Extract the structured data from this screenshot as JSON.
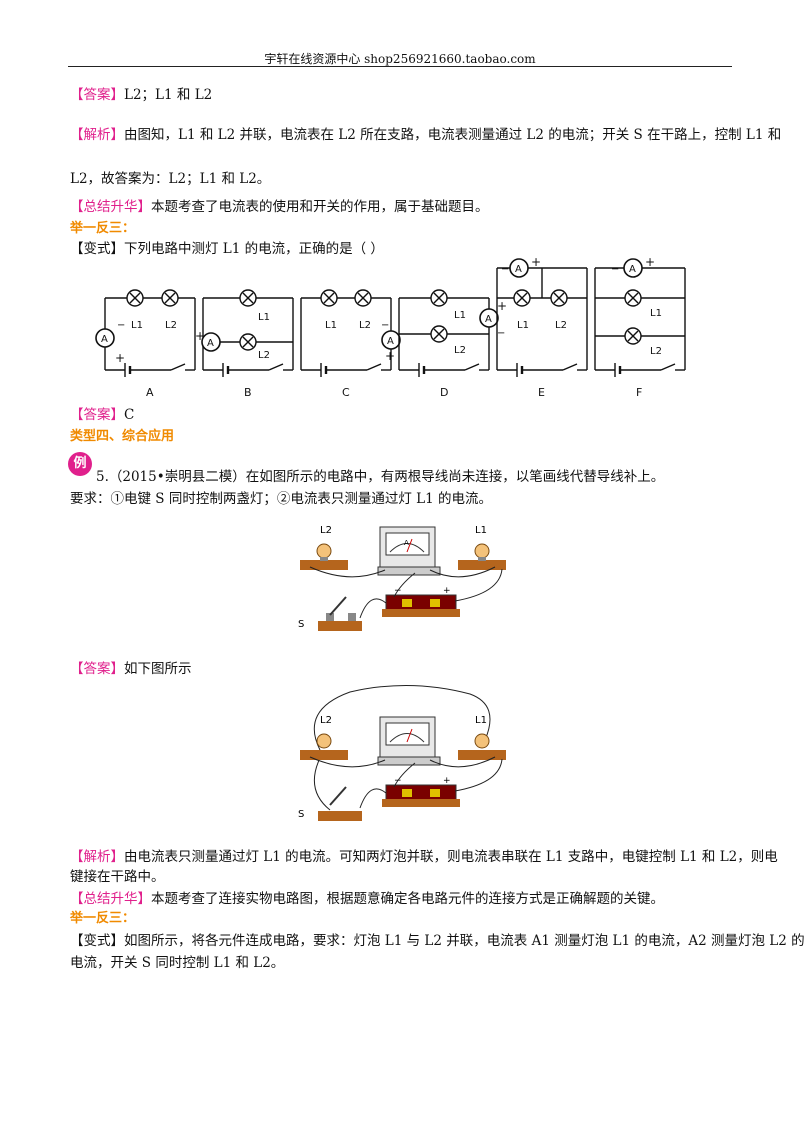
{
  "header": {
    "title": "宇轩在线资源中心   shop256921660.taobao.com"
  },
  "s1": {
    "ans_tag": "【答案】",
    "ans_text": "L2；L1 和 L2",
    "jx_tag": "【解析】",
    "jx_text1": "由图知，L1 和 L2 并联，电流表在 L2 所在支路，电流表测量通过 L2 的电流；开关 S 在干路上，控制 L1 和",
    "jx_text2": "L2，故答案为：L2；L1 和 L2。",
    "zj_tag": "【总结升华】",
    "zj_text": "本题考查了电流表的使用和开关的作用，属于基础题目。",
    "jyfs": "举一反三：",
    "bs_text": "【变式】下列电路中测灯 L1 的电流，正确的是（    ）",
    "ans2_tag": "【答案】",
    "ans2_text": "C"
  },
  "circuits": {
    "labels": [
      "A",
      "B",
      "C",
      "D",
      "E",
      "F"
    ],
    "lamp1": "L1",
    "lamp2": "L2",
    "ammeter": "A",
    "plus": "+",
    "minus": "−"
  },
  "s2": {
    "type_title": "类型四、综合应用",
    "badge": "例",
    "q_line1": "5.（2015•崇明县二模）在如图所示的电路中，有两根导线尚未连接，以笔画线代替导线补上。",
    "q_line2": "要求：①电键 S 同时控制两盏灯；②电流表只测量通过灯 L1 的电流。",
    "ans_tag": "【答案】",
    "ans_text": "如下图所示",
    "jx_tag": "【解析】",
    "jx_text1": "由电流表只测量通过灯 L1 的电流。可知两灯泡并联，则电流表串联在 L1 支路中，电键控制 L1 和 L2，则电",
    "jx_text2": "键接在干路中。",
    "zj_tag": "【总结升华】",
    "zj_text": "本题考查了连接实物电路图，根据题意确定各电路元件的连接方式是正确解题的关键。",
    "jyfs": "举一反三：",
    "bs_line1": "【变式】如图所示，将各元件连成电路，要求：灯泡 L1 与 L2 并联，电流表 A1 测量灯泡 L1 的电流，A2 测量灯泡 L2 的",
    "bs_line2": "电流，开关 S 同时控制 L1 和 L2。"
  },
  "photo": {
    "L1": "L1",
    "L2": "L2",
    "S": "S",
    "plus": "+",
    "minus": "−",
    "meter": "A"
  }
}
